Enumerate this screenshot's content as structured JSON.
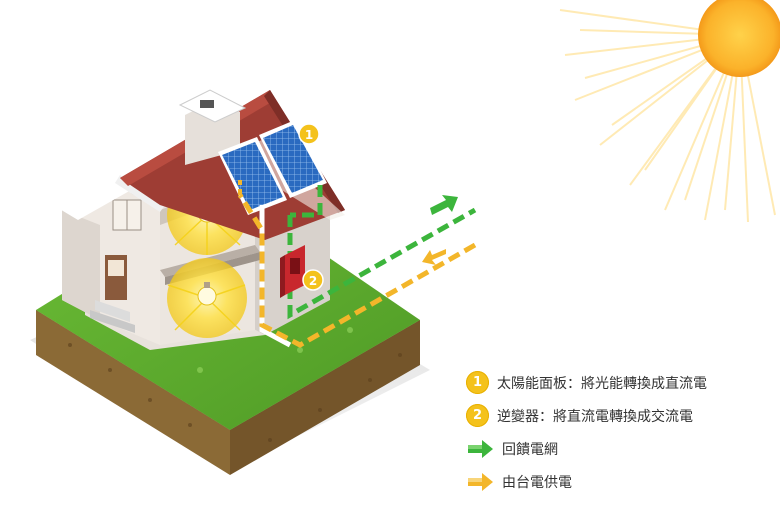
{
  "markers": [
    {
      "number": "1"
    },
    {
      "number": "2"
    }
  ],
  "legend": [
    {
      "kind": "number",
      "marker": "1",
      "text": "太陽能面板：將光能轉換成直流電",
      "color": "#f4c21c"
    },
    {
      "kind": "number",
      "marker": "2",
      "text": "逆變器：將直流電轉換成交流電",
      "color": "#f4c21c"
    },
    {
      "kind": "arrow",
      "icon": "green-arrow-icon",
      "text": "回饋電網",
      "color": "#3cb53c"
    },
    {
      "kind": "arrow",
      "icon": "yellow-arrow-icon",
      "text": "由台電供電",
      "color": "#f3b62a"
    }
  ],
  "colors": {
    "feed_to_grid": "#3cb53c",
    "grid_supply": "#f3b62a",
    "marker": "#f4c21c",
    "sun": "#f8a51b",
    "roof": "#a13b32",
    "grass": "#5eab2f",
    "soil": "#7a5a2c",
    "panel": "#1f5fb0",
    "inverter": "#c8272d"
  }
}
